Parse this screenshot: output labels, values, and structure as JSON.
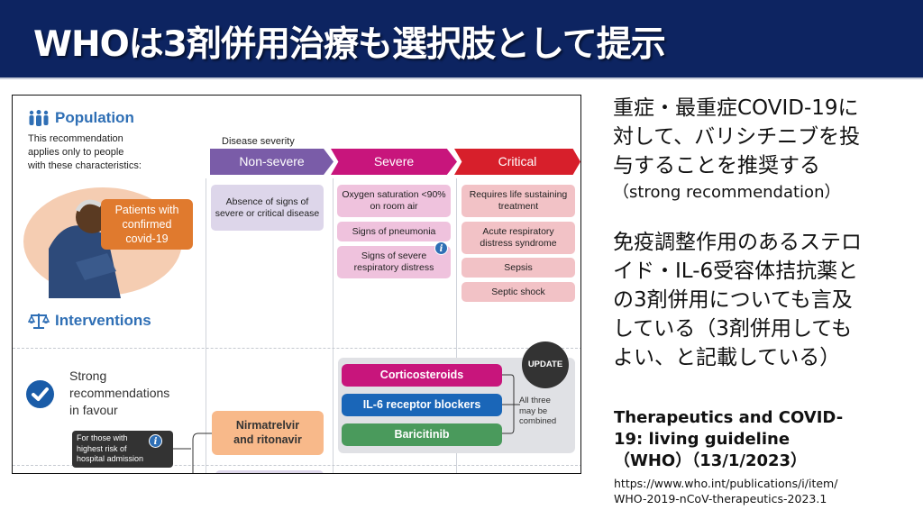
{
  "slide": {
    "title": "WHOは3剤併用治療も選択肢として提示"
  },
  "figure": {
    "population": {
      "icon": "people-icon",
      "title": "Population",
      "description": [
        "This recommendation",
        "applies only to people",
        "with these characteristics:"
      ],
      "patient_badge": [
        "Patients with",
        "confirmed",
        "covid-19"
      ]
    },
    "severity": {
      "label": "Disease severity",
      "levels": [
        {
          "name": "Non-severe",
          "color": "#7a5ca8"
        },
        {
          "name": "Severe",
          "color": "#c8157c"
        },
        {
          "name": "Critical",
          "color": "#d71f2b"
        }
      ],
      "non_severe": [
        "Absence of signs of severe or critical disease"
      ],
      "severe": [
        "Oxygen saturation <90% on room air",
        "Signs of pneumonia",
        "Signs of severe respiratory distress"
      ],
      "critical": [
        "Requires life sustaining treatment",
        "Acute respiratory distress syndrome",
        "Sepsis",
        "Septic shock"
      ]
    },
    "interventions": {
      "icon": "scales-icon",
      "title": "Interventions",
      "strong_label": [
        "Strong",
        "recommendations",
        "in favour"
      ],
      "risk_note": [
        "For those with",
        "highest risk of",
        "hospital admission"
      ],
      "nirmatrelvir": [
        "Nirmatrelvir",
        "and ritonavir"
      ],
      "drugs": [
        {
          "name": "Corticosteroids",
          "color": "#c8157c"
        },
        {
          "name": "IL-6 receptor blockers",
          "color": "#1a66b8"
        },
        {
          "name": "Baricitinib",
          "color": "#4a9a5c"
        }
      ],
      "combine_note": [
        "All three",
        "may be",
        "combined"
      ],
      "update_badge": "UPDATE"
    }
  },
  "side": {
    "para1": [
      "重症・最重症COVID-19に",
      "対して、バリシチニブを投",
      "与することを推奨する"
    ],
    "para1_sub": "（strong recommendation）",
    "para2": [
      "免疫調整作用のあるステロ",
      "イド・IL-6受容体拮抗薬と",
      "の3剤併用についても言及",
      "している（3剤併用しても",
      "よい、と記載している）"
    ],
    "reference": {
      "title": [
        "Therapeutics and COVID-",
        "19: living guideline",
        "（WHO）（13/1/2023）"
      ],
      "url": [
        "https://www.who.int/publications/i/item/",
        "WHO-2019-nCoV-therapeutics-2023.1"
      ]
    }
  }
}
